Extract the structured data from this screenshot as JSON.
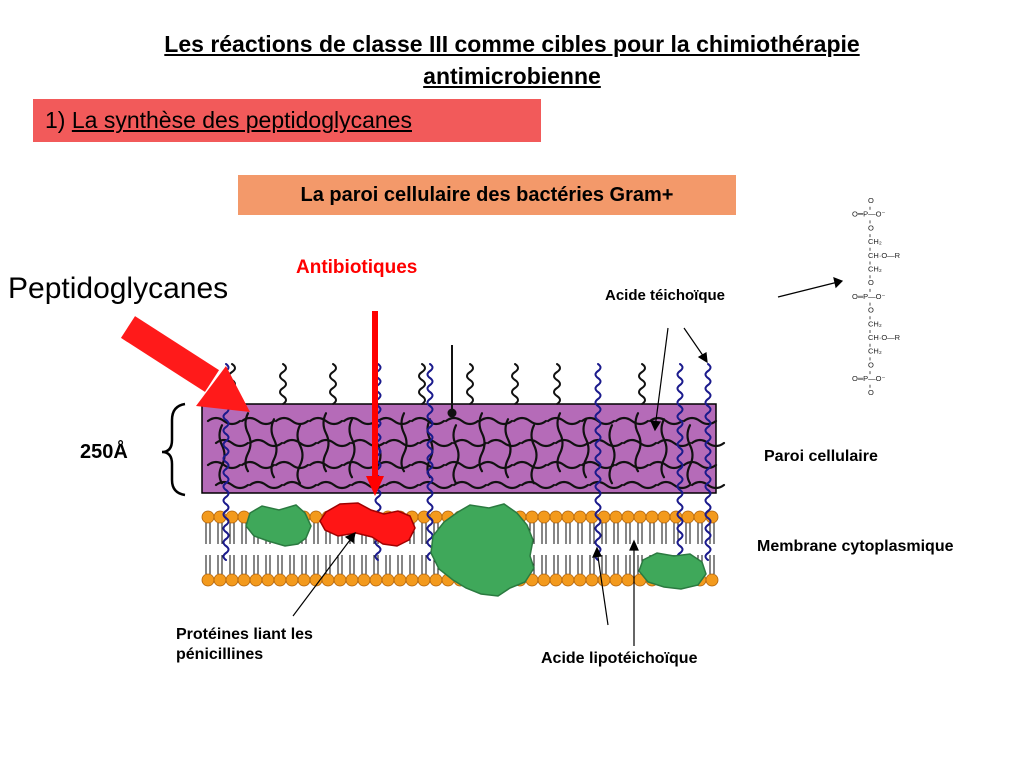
{
  "slide": {
    "title_line1": "Les réactions  de classe III comme cibles pour la chimiothérapie",
    "title_line2": "antimicrobienne",
    "section_number": "1)",
    "section_title": "La synthèse des peptidoglycanes",
    "wall_heading": "La paroi cellulaire des bactéries Gram+"
  },
  "labels": {
    "antibiotics": "Antibiotiques",
    "peptidoglycans": "Peptidoglycanes",
    "teichoic_acid": "Acide téichoïque",
    "thickness": "250Å",
    "cell_wall": "Paroi cellulaire",
    "membrane": "Membrane cytoplasmique",
    "pbp_line1": "Protéines liant les",
    "pbp_line2": "pénicillines",
    "lipoteichoic_acid": "Acide lipotéichoïque"
  },
  "formula": {
    "o": "O",
    "phosphate": "O═P—O⁻",
    "ch2": "CH₂",
    "choR": "CH·O—R"
  },
  "colors": {
    "section_bg": "#f25a5a",
    "wall_heading_bg": "#f3996a",
    "cell_wall": "#b56bb8",
    "antibiotic_arrow": "#ff0000",
    "lipid_head": "#f39a1d",
    "protein": "#3fa85a",
    "pbp_protein": "#ff1515",
    "teichoic_strand": "#1a1a8c"
  }
}
